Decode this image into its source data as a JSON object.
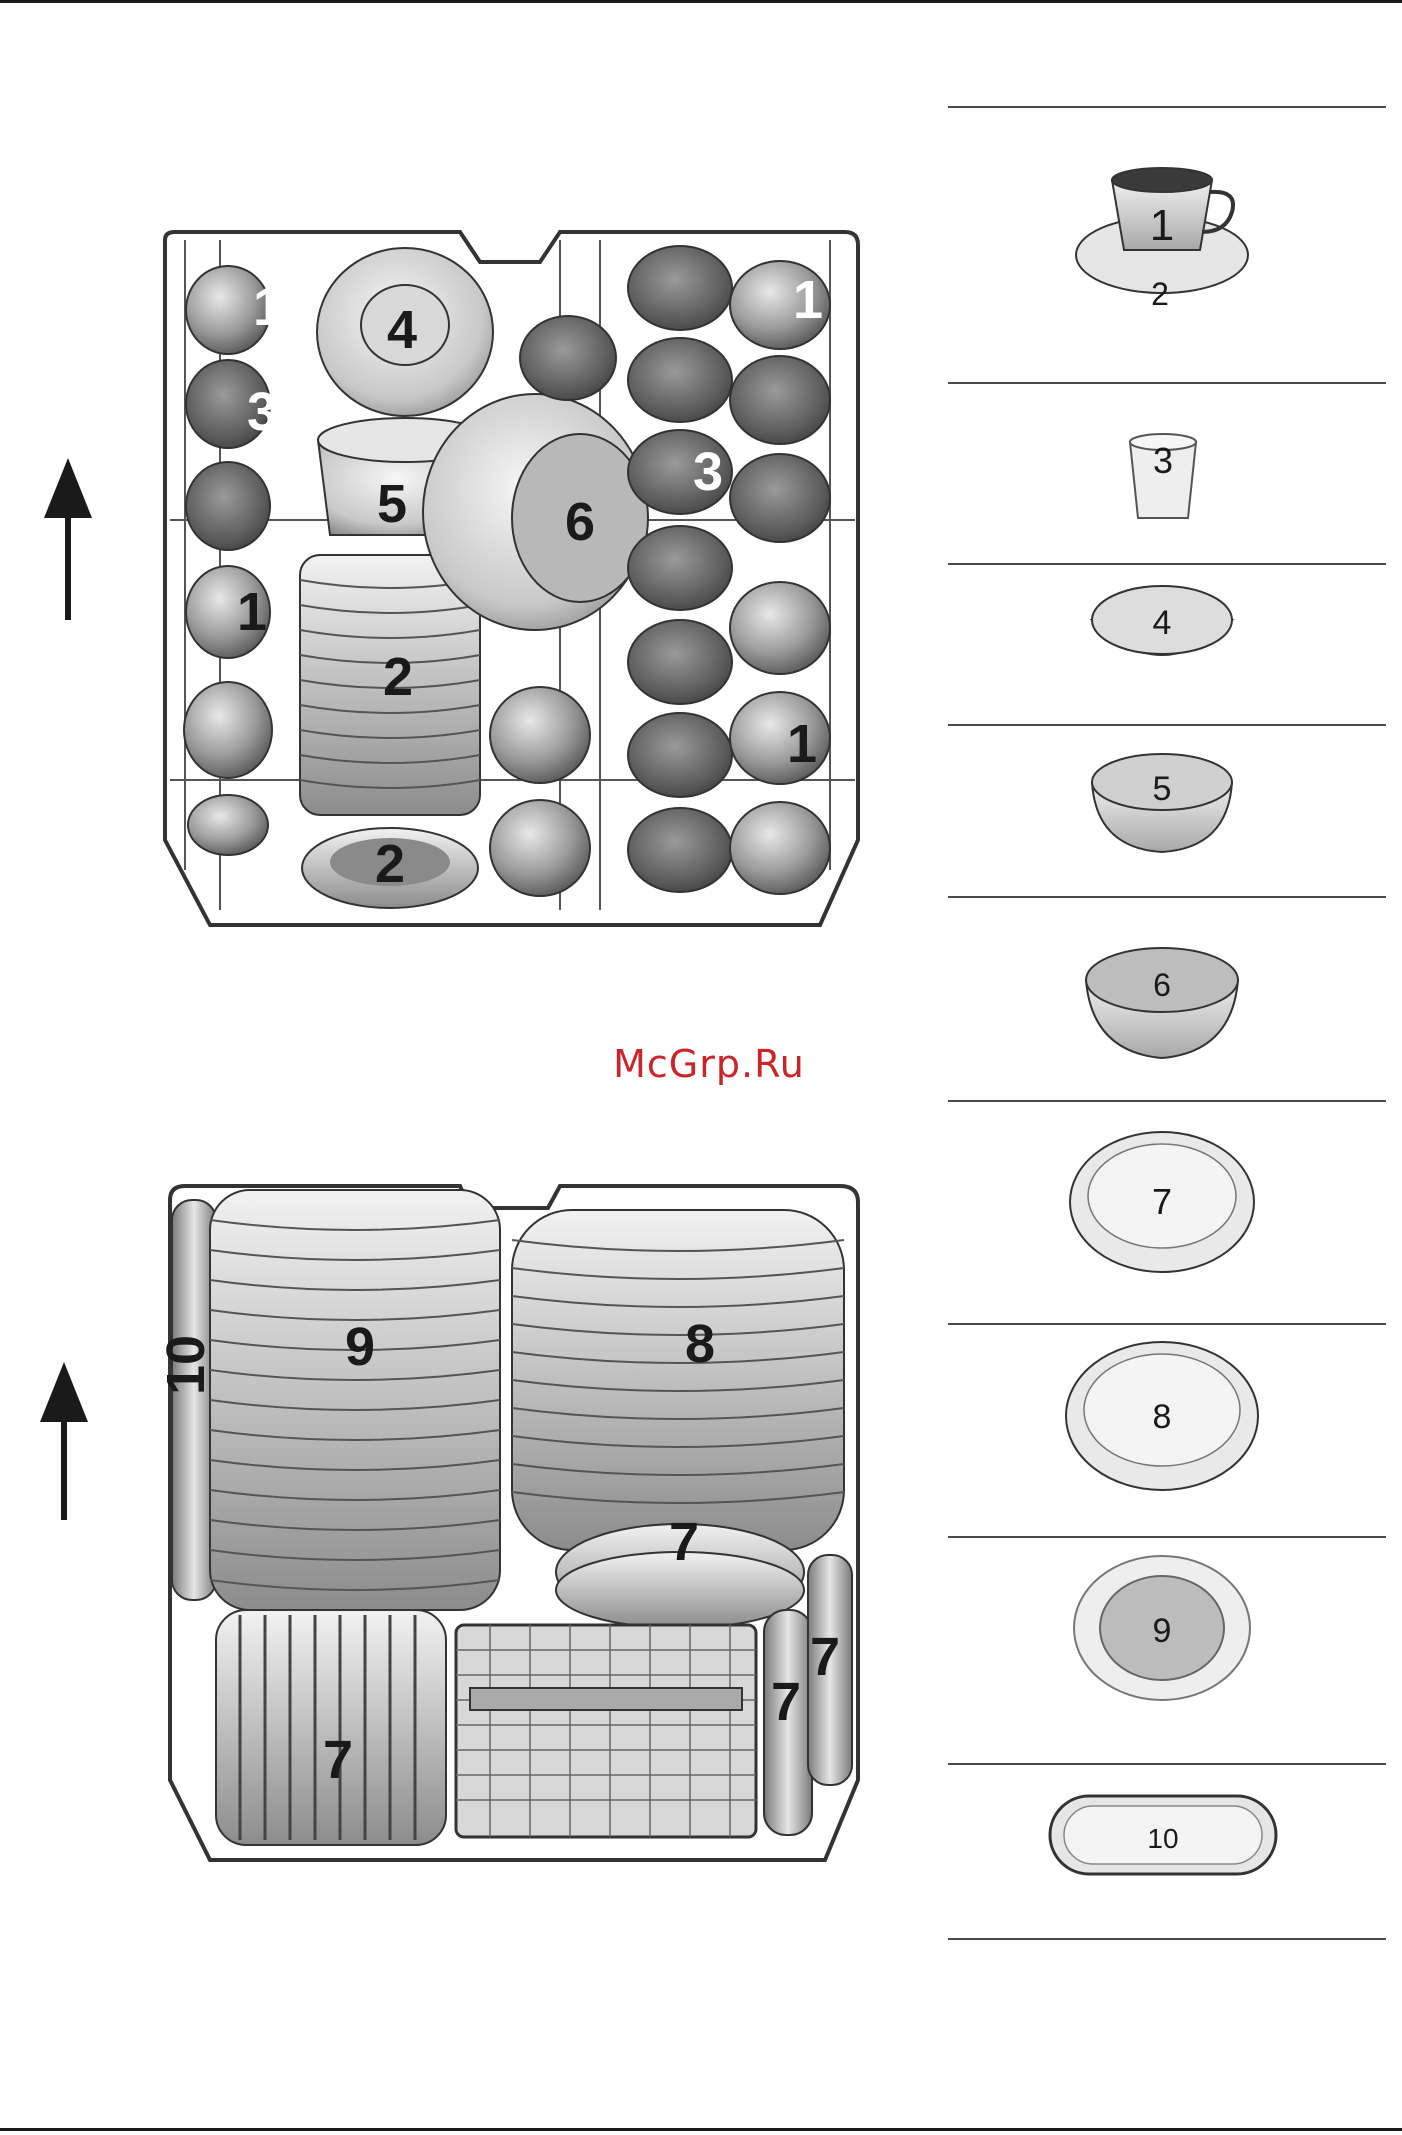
{
  "watermark": "McGrp.Ru",
  "upper_rack": {
    "labels": [
      "1",
      "3",
      "4",
      "5",
      "6",
      "1",
      "2",
      "2",
      "1",
      "3",
      "1"
    ]
  },
  "lower_rack": {
    "labels": [
      "9",
      "8",
      "10",
      "7",
      "7",
      "7",
      "7"
    ]
  },
  "legend": {
    "items": [
      {
        "number": "1",
        "sub": "2",
        "icon": "cup-saucer-icon"
      },
      {
        "number": "3",
        "icon": "glass-icon"
      },
      {
        "number": "4",
        "icon": "shallow-bowl-icon"
      },
      {
        "number": "5",
        "icon": "deep-bowl-icon"
      },
      {
        "number": "6",
        "icon": "serving-bowl-icon"
      },
      {
        "number": "7",
        "icon": "dessert-plate-icon"
      },
      {
        "number": "8",
        "icon": "dinner-plate-icon"
      },
      {
        "number": "9",
        "icon": "soup-plate-icon"
      },
      {
        "number": "10",
        "icon": "oval-platter-icon"
      }
    ]
  },
  "colors": {
    "ink": "#1a1a1a",
    "watermark": "#c9262c",
    "rack": "#333333"
  }
}
